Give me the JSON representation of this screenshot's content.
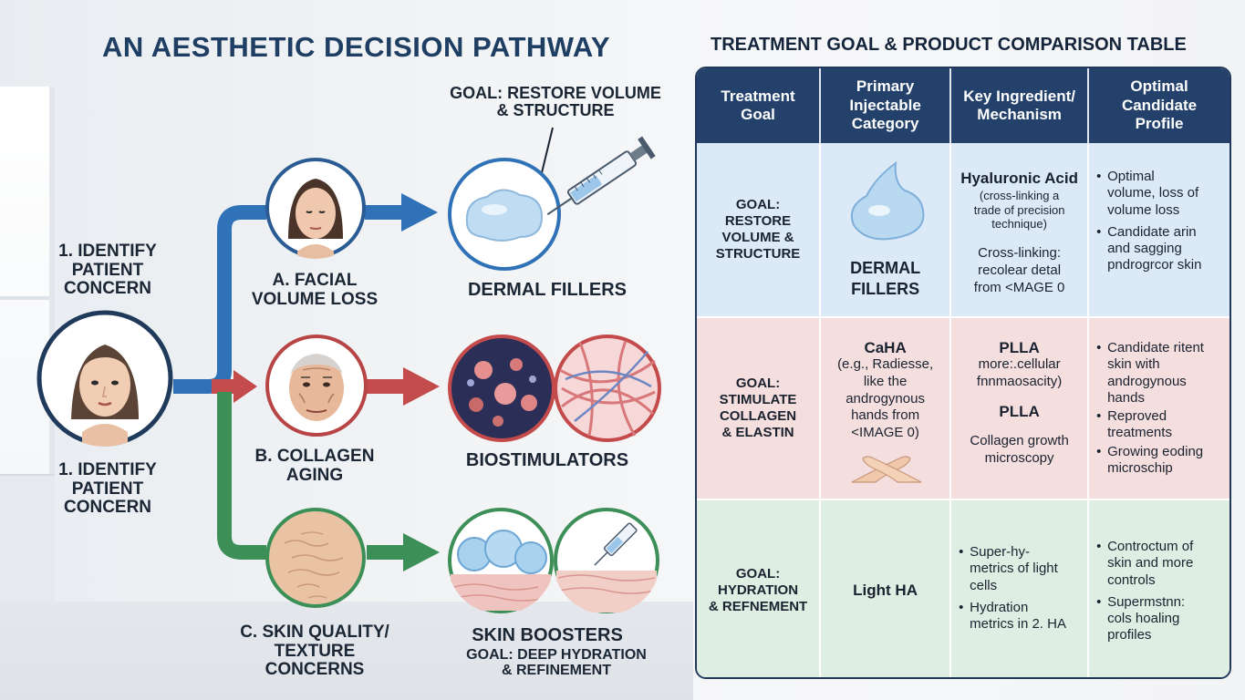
{
  "title": "AN AESTHETIC DECISION PATHWAY",
  "pathway": {
    "identify_top": [
      "1. IDENTIFY",
      "PATIENT",
      "CONCERN"
    ],
    "identify_bottom": [
      "1. IDENTIFY",
      "PATIENT",
      "CONCERN"
    ],
    "concern_a": [
      "A. FACIAL",
      "VOLUME LOSS"
    ],
    "concern_b": [
      "B. COLLAGEN",
      "AGING"
    ],
    "concern_c": [
      "C. SKIN QUALITY/",
      "TEXTURE",
      "CONCERNS"
    ],
    "goal_callout": [
      "GOAL: RESTORE VOLUME",
      "& STRUCTURE"
    ],
    "product_fillers": "DERMAL FILLERS",
    "product_biostim": "BIOSTIMULATORS",
    "product_boosters": "SKIN BOOSTERS",
    "booster_goal": [
      "GOAL: DEEP HYDRATION",
      "& REFINEMENT"
    ],
    "colors": {
      "blue": "#2f72b8",
      "red": "#c44b4b",
      "green": "#3d8f58",
      "navy": "#23416a"
    }
  },
  "table": {
    "title": "TREATMENT GOAL & PRODUCT COMPARISON TABLE",
    "headers": [
      [
        "Treatment",
        "Goal"
      ],
      [
        "Primary",
        "Injectable",
        "Category"
      ],
      [
        "Key Ingredient/",
        "Mechanism"
      ],
      [
        "Optimal",
        "Candidate",
        "Profile"
      ]
    ],
    "rows": [
      {
        "goal": [
          "GOAL:",
          "RESTORE",
          "VOLUME &",
          "STRUCTURE"
        ],
        "category": [
          "DERMAL",
          "FILLERS"
        ],
        "ingredient_title": "Hyaluronic Acid",
        "ingredient_note": [
          "(cross-linking a",
          "trade of precision",
          "technique)"
        ],
        "ingredient_extra": [
          "Cross-linking:",
          "recolear detal",
          "from <MAGE 0"
        ],
        "profile": [
          [
            "Optimal",
            "volume, loss of",
            "volume loss"
          ],
          [
            "Candidate arin",
            "and sagging",
            "pndrogrcor skin"
          ]
        ]
      },
      {
        "goal": [
          "GOAL:",
          "STIMULATE",
          "COLLAGEN",
          "& ELASTIN"
        ],
        "category_title": "CaHA",
        "category_note": [
          "(e.g., Radiesse,",
          "like the",
          "androgynous",
          "hands from",
          "<IMAGE 0)"
        ],
        "ingredient_title": "PLLA",
        "ingredient_note": [
          "more:.cellular",
          "fnnmaosacity)"
        ],
        "ingredient_title2": "PLLA",
        "ingredient_extra": [
          "Collagen growth",
          "microscopy"
        ],
        "profile": [
          [
            "Candidate ritent",
            "skin with",
            "androgynous",
            "hands"
          ],
          [
            "Reproved",
            "treatments"
          ],
          [
            "Growing eoding",
            "microschip"
          ]
        ]
      },
      {
        "goal": [
          "GOAL:",
          "HYDRATION",
          "& REFNEMENT"
        ],
        "category": [
          "Light HA"
        ],
        "ingredient_list": [
          [
            "Super-hy-",
            "metrics of light",
            "cells"
          ],
          [
            "Hydration",
            "metrics in 2. HA"
          ]
        ],
        "profile": [
          [
            "Controctum of",
            "skin and more",
            "controls"
          ],
          [
            "Supermstnn:",
            "cols hoaling",
            "profiles"
          ]
        ]
      }
    ]
  }
}
